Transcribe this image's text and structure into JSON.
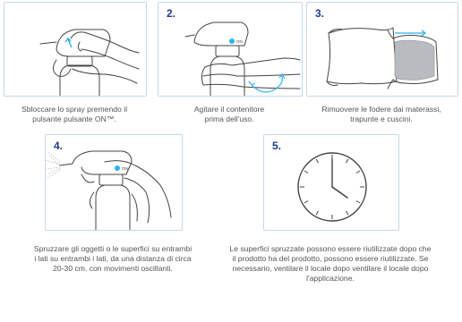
{
  "colors": {
    "accent": "#2bb3e6",
    "border": "#c9d7e6",
    "number": "#1f3a8f"
  },
  "steps": [
    {
      "number": "",
      "caption_lines": [
        "Sbloccare lo spray premendo il",
        "pulsante pulsante ON™."
      ]
    },
    {
      "number": "2.",
      "label": "ON",
      "caption_lines": [
        "Agitare il contenitore",
        "prima dell'uso."
      ]
    },
    {
      "number": "3.",
      "caption_lines": [
        "Rimuovere le fodere dai materassi,",
        "trapunte e cuscini."
      ]
    },
    {
      "number": "4.",
      "label": "ON",
      "caption_lines": [
        "Spruzzare gli oggetti o le superfici su entrambi",
        "i lati su entrambi i lati, da una distanza di circa",
        "20-30 cm. con movimenti oscillanti."
      ]
    },
    {
      "number": "5.",
      "caption_lines": [
        "Le superfici spruzzate possono essere riutilizzate dopo che",
        "il prodotto ha del prodotto, possono essere riutilizzate. Se",
        "necessario, ventilare il locale dopo ventilare il locale dopo",
        "l'applicazione."
      ]
    }
  ]
}
